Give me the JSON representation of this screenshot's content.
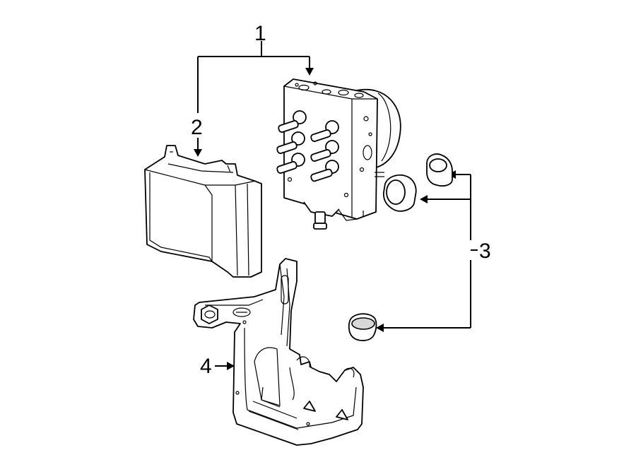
{
  "callouts": [
    {
      "id": "1",
      "label": "1"
    },
    {
      "id": "2",
      "label": "2"
    },
    {
      "id": "3",
      "label": "3"
    },
    {
      "id": "4",
      "label": "4"
    }
  ],
  "colors": {
    "line": "#000000",
    "fill": "#ffffff",
    "shade": "#d8d8d8"
  }
}
